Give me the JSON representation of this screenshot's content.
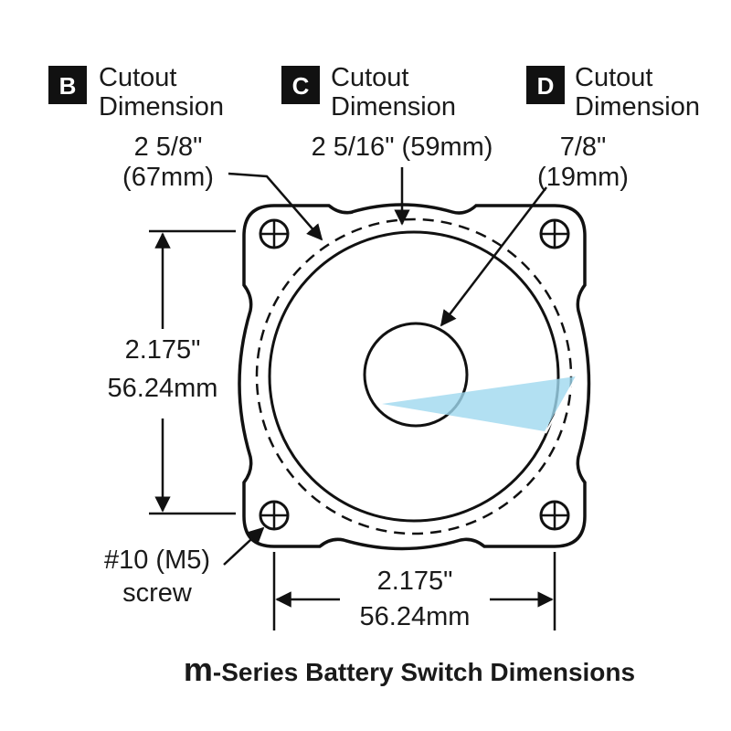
{
  "callouts": {
    "b": {
      "badge": "B",
      "line1": "Cutout",
      "line2": "Dimension",
      "value1": "2 5/8\"",
      "value2": "(67mm)"
    },
    "c": {
      "badge": "C",
      "line1": "Cutout",
      "line2": "Dimension",
      "value1": "2 5/16\" (59mm)"
    },
    "d": {
      "badge": "D",
      "line1": "Cutout",
      "line2": "Dimension",
      "value1": "7/8\"",
      "value2": "(19mm)"
    }
  },
  "vertical_dimension": {
    "value1": "2.175\"",
    "value2": "56.24mm"
  },
  "horizontal_dimension": {
    "value1": "2.175\"",
    "value2": "56.24mm"
  },
  "screw_note": {
    "line1": "#10 (M5)",
    "line2": "screw"
  },
  "title": {
    "prefix": "m",
    "rest": "-Series Battery Switch Dimensions"
  },
  "colors": {
    "ink": "#111111",
    "badge": "#111111",
    "highlight": "#9fd8ef"
  }
}
